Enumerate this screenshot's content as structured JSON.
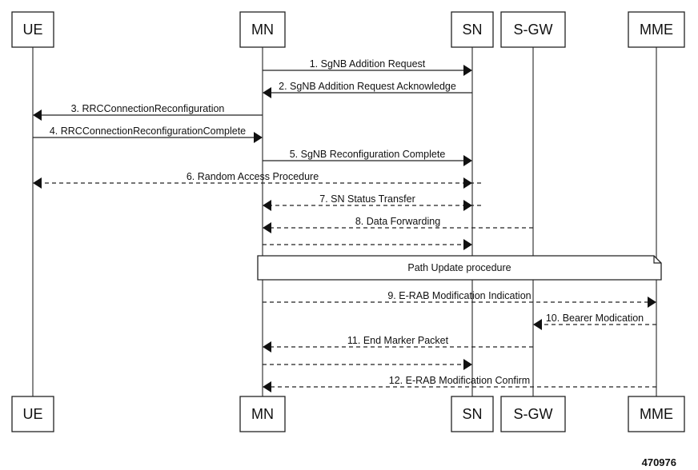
{
  "participants": [
    {
      "key": "ue",
      "name": "UE"
    },
    {
      "key": "mn",
      "name": "MN"
    },
    {
      "key": "sn",
      "name": "SN"
    },
    {
      "key": "sgw",
      "name": "S-GW"
    },
    {
      "key": "mme",
      "name": "MME"
    }
  ],
  "messages": [
    {
      "from": "mn",
      "to": "sn",
      "label": "1. SgNB Addition Request",
      "style": "solid"
    },
    {
      "from": "sn",
      "to": "mn",
      "label": "2. SgNB Addition Request Acknowledge",
      "style": "solid"
    },
    {
      "from": "mn",
      "to": "ue",
      "label": "3. RRCConnectionReconfiguration",
      "style": "solid"
    },
    {
      "from": "ue",
      "to": "mn",
      "label": "4. RRCConnectionReconfigurationComplete",
      "style": "solid"
    },
    {
      "from": "mn",
      "to": "sn",
      "label": "5. SgNB Reconfiguration Complete",
      "style": "solid"
    },
    {
      "from": "sn",
      "to": "ue",
      "label": "6. Random Access Procedure",
      "style": "dashed",
      "bidirectional": true
    },
    {
      "from": "sn",
      "to": "mn",
      "label": "7. SN Status Transfer",
      "style": "dashed",
      "bidirectional": true
    },
    {
      "from": "sgw",
      "to": "mn",
      "label": "8. Data Forwarding",
      "style": "dashed"
    },
    {
      "from": "mn",
      "to": "sn",
      "label": "",
      "style": "dashed"
    },
    {
      "note": "Path Update procedure",
      "from": "mn",
      "to": "mme"
    },
    {
      "from": "mn",
      "to": "mme",
      "label": "9. E-RAB Modification Indication",
      "style": "dashed"
    },
    {
      "from": "mme",
      "to": "sgw",
      "label": "10. Bearer Modication",
      "style": "dashed"
    },
    {
      "from": "sgw",
      "to": "mn",
      "label": "11. End Marker Packet",
      "style": "dashed"
    },
    {
      "from": "mn",
      "to": "sn",
      "label": "",
      "style": "dashed"
    },
    {
      "from": "mme",
      "to": "mn",
      "label": "12. E-RAB Modification Confirm",
      "style": "dashed"
    }
  ],
  "figure_id": "470976"
}
